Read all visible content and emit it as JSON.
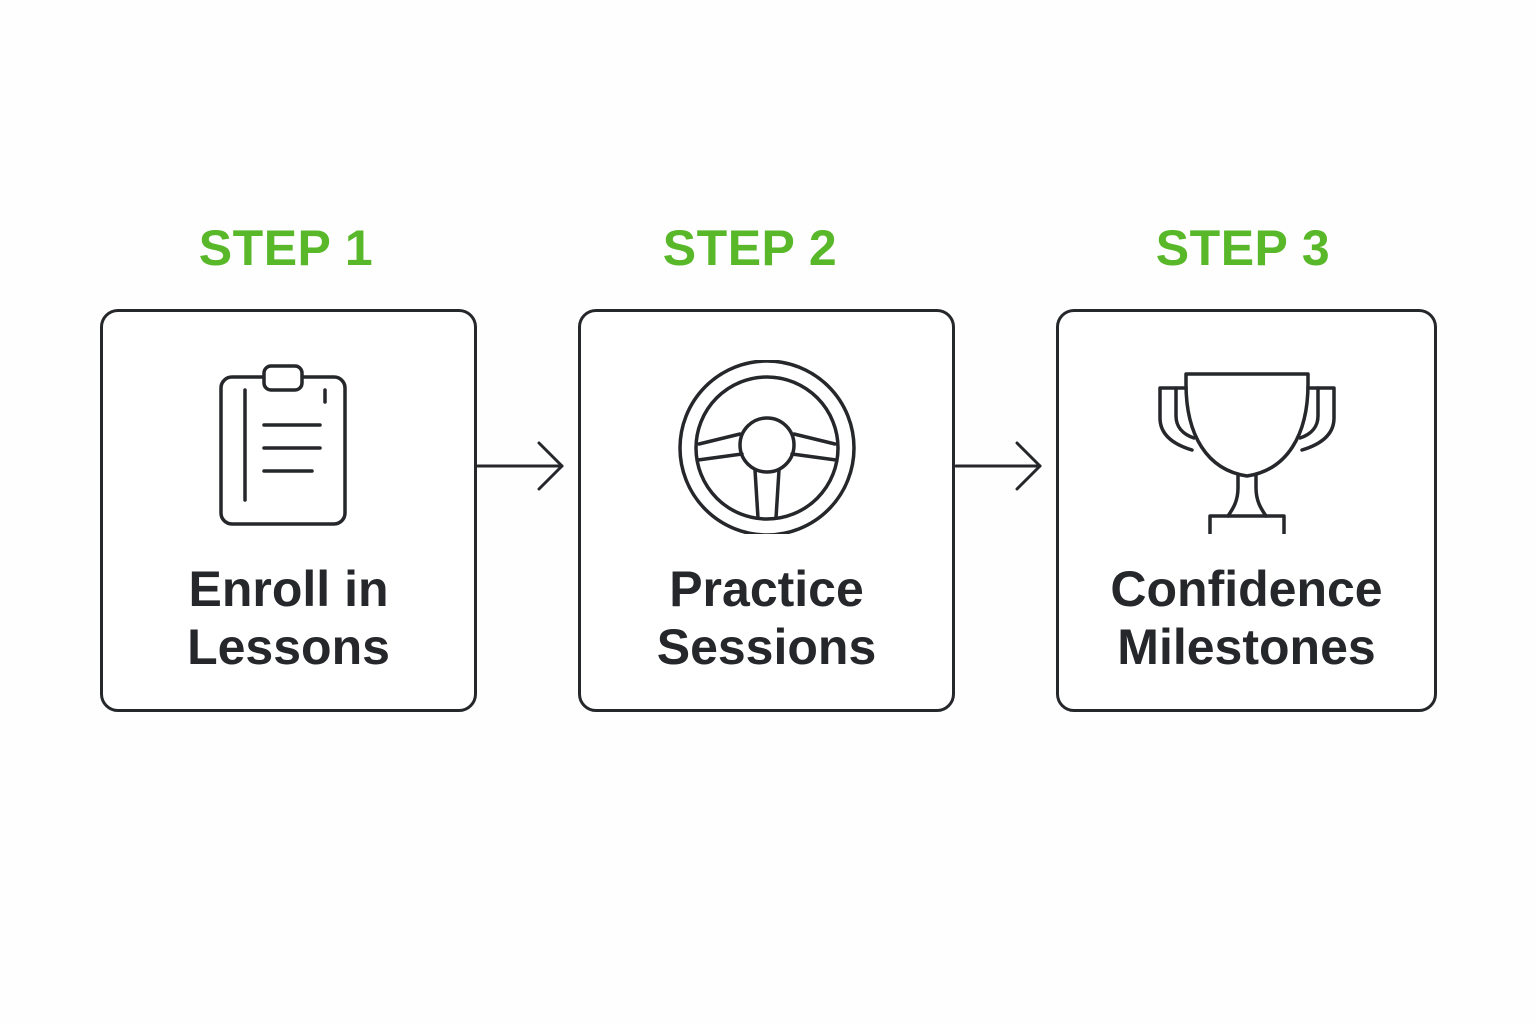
{
  "accent_color": "#58b829",
  "ink_color": "#25272b",
  "steps": [
    {
      "label": "STEP 1",
      "title_line1": "Enroll in",
      "title_line2": "Lessons",
      "icon": "clipboard-icon"
    },
    {
      "label": "STEP 2",
      "title_line1": "Practice",
      "title_line2": "Sessions",
      "icon": "steering-wheel-icon"
    },
    {
      "label": "STEP 3",
      "title_line1": "Confidence",
      "title_line2": "Milestones",
      "icon": "trophy-icon"
    }
  ],
  "connectors": [
    "arrow-right-icon",
    "arrow-right-icon"
  ]
}
